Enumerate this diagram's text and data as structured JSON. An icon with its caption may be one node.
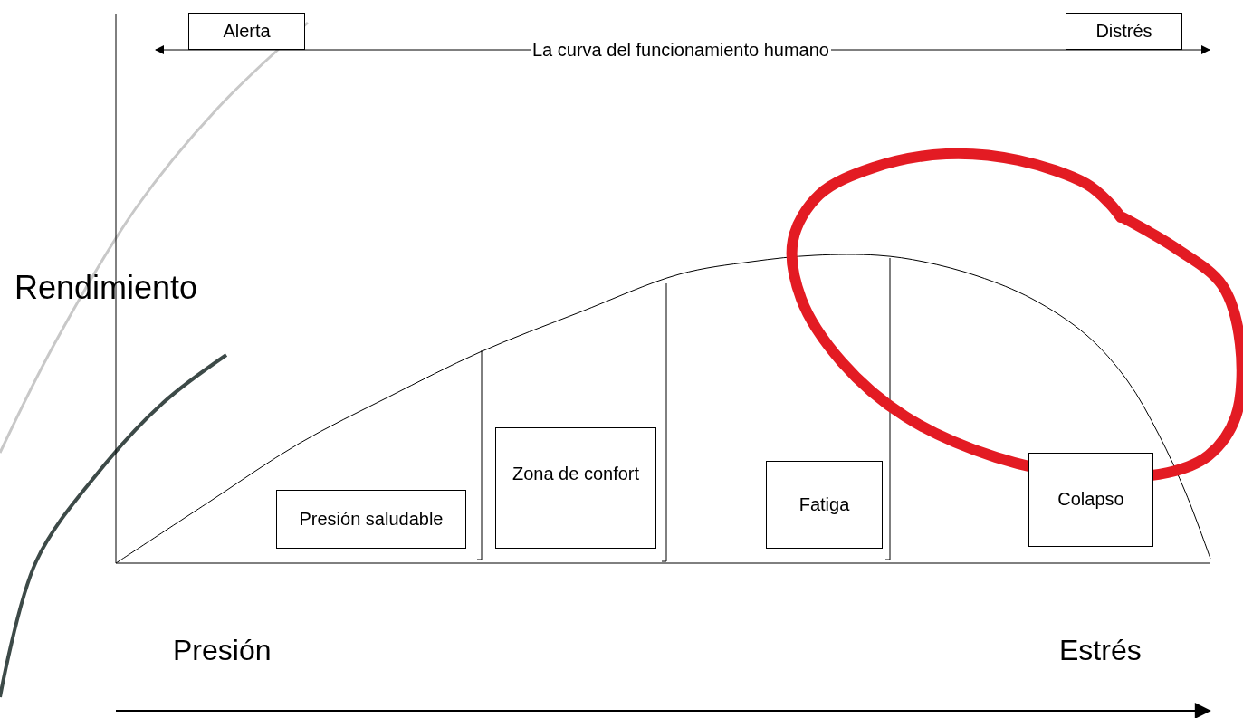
{
  "diagram": {
    "nodes": [
      {
        "text": [
          "Alerta"
        ]
      },
      {
        "text": [
          "Distrés"
        ]
      },
      {
        "text": [
          "Presión saludable"
        ]
      },
      {
        "text": [
          "Zona de confort"
        ]
      },
      {
        "text": [
          "Fatiga"
        ]
      },
      {
        "text": [
          "Colapso"
        ]
      }
    ],
    "labels": [
      "La curva del funcionamiento humano",
      "Rendimiento",
      "Presión",
      "Estrés"
    ]
  }
}
